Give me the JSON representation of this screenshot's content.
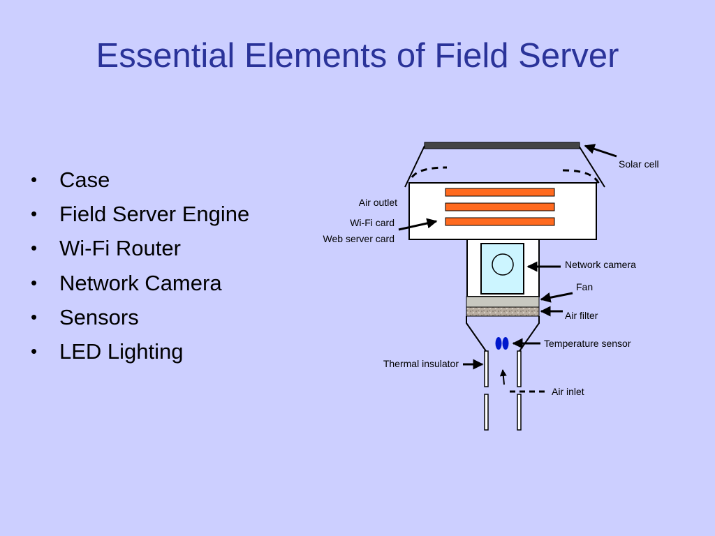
{
  "slide": {
    "title": "Essential Elements of Field Server",
    "bullet_marker": "•",
    "bullets": [
      "Case",
      "Field Server Engine",
      "Wi-Fi Router",
      "Network Camera",
      "Sensors",
      "LED Lighting"
    ]
  },
  "diagram": {
    "labels": {
      "solar_cell": "Solar cell",
      "air_outlet": "Air outlet",
      "wifi_card": "Wi-Fi card",
      "web_server_card": "Web server card",
      "network_camera": "Network camera",
      "fan": "Fan",
      "air_filter": "Air filter",
      "temperature_sensor": "Temperature sensor",
      "thermal_insulator": "Thermal insulator",
      "air_inlet": "Air inlet"
    },
    "colors": {
      "background": "#cccfff",
      "title": "#2a3399",
      "board": "#ff6a1f",
      "camera_screen": "#ccf5ff",
      "fan": "#c8c8c0",
      "sensor": "#0018cc",
      "solar_panel": "#444444"
    }
  }
}
